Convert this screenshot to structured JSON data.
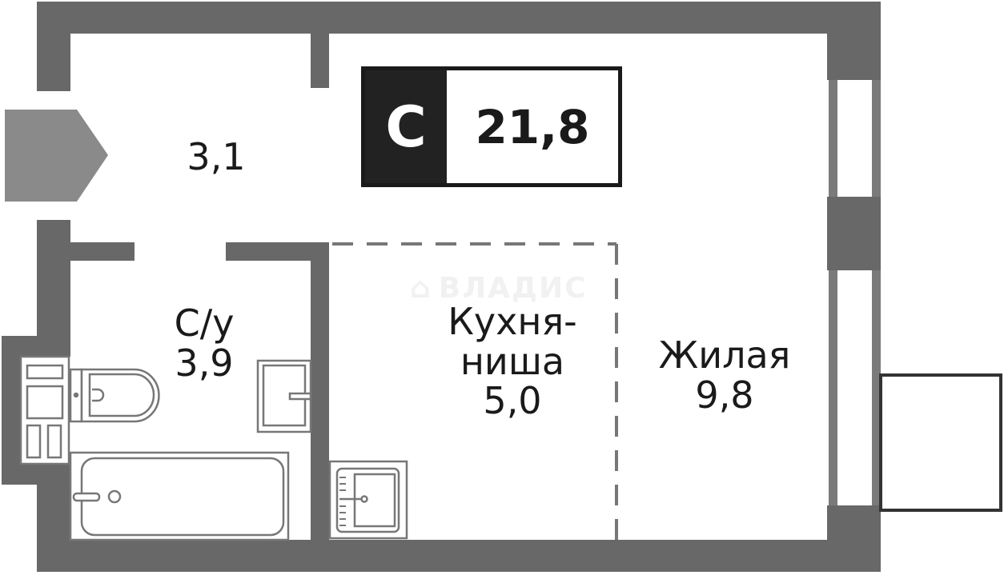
{
  "plan": {
    "type_badge": "С",
    "total_area": "21,8",
    "watermark": "ВЛАДИС",
    "colors": {
      "wall": "#686868",
      "entrance": "#8a8a8a",
      "fixture_stroke": "#777777",
      "badge_dark": "#222222",
      "text": "#1a1a1a"
    }
  },
  "rooms": [
    {
      "name": "",
      "area": "3,1"
    },
    {
      "name": "С/у",
      "area": "3,9"
    },
    {
      "name_line1": "Кухня-",
      "name_line2": "ниша",
      "area": "5,0"
    },
    {
      "name": "Жилая",
      "area": "9,8"
    }
  ]
}
